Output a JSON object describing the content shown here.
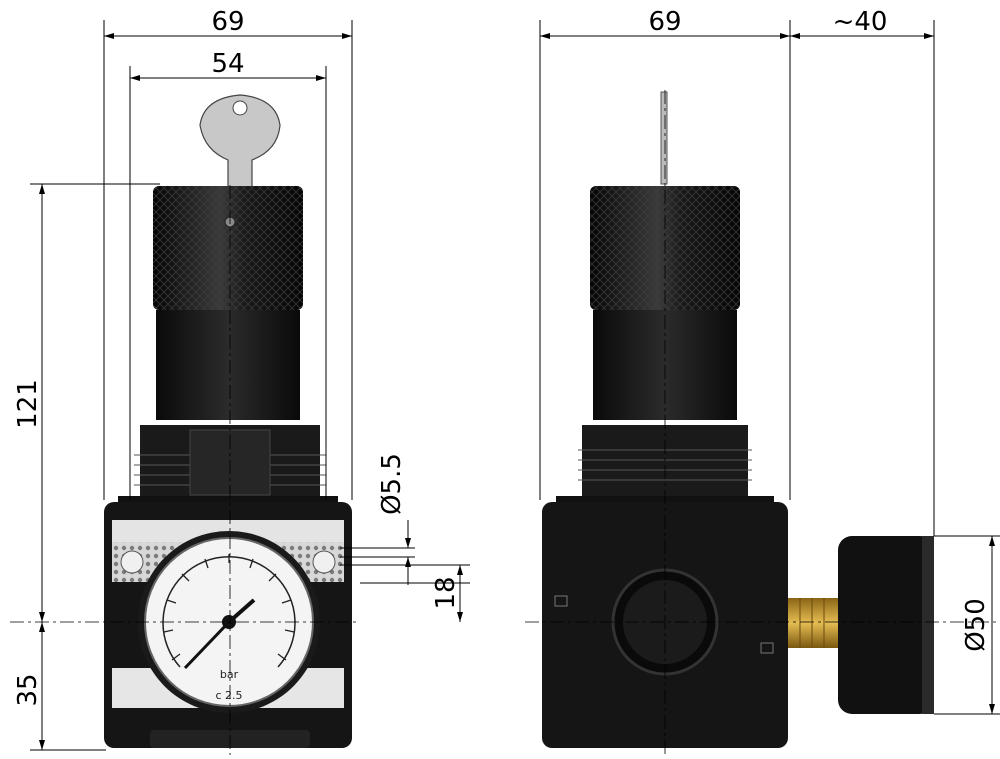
{
  "dimensions": {
    "front_width_overall": "69",
    "front_width_inner": "54",
    "height_total": "121",
    "height_lower": "35",
    "hole_diameter": "Ø5.5",
    "hole_spacing": "18",
    "side_width": "69",
    "gauge_offset": "~40",
    "gauge_diameter": "Ø50"
  },
  "gauge": {
    "unit": "bar",
    "class": "c 2.5"
  },
  "colors": {
    "body": "#1c1c1c",
    "knob": "#0d0d0d",
    "key": "#c8c8c8",
    "brass": "#c99a2e",
    "line": "#000000"
  }
}
